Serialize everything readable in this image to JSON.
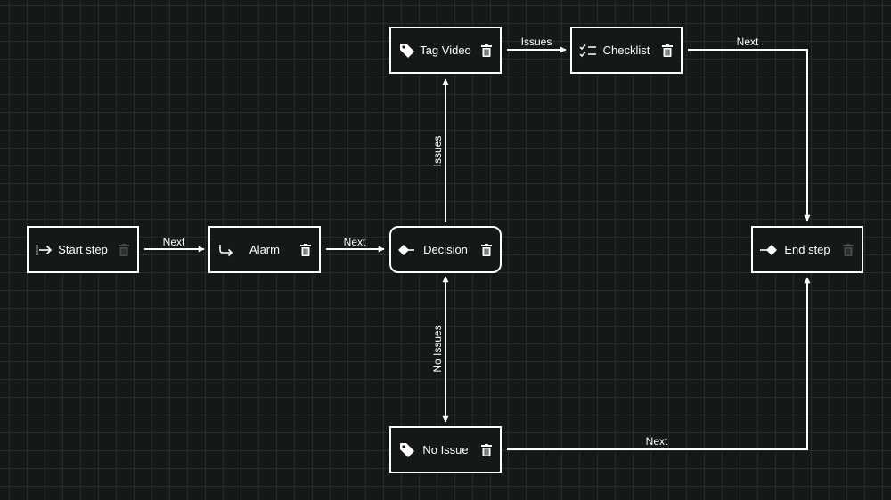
{
  "colors": {
    "background": "#151819",
    "grid": "#262b2c",
    "stroke": "#ffffff"
  },
  "nodes": {
    "start": {
      "label": "Start step",
      "icon": "start-arrow-icon",
      "trash": "trash-icon-disabled"
    },
    "alarm": {
      "label": "Alarm",
      "icon": "redirect-arrow-icon",
      "trash": "trash-icon"
    },
    "decision": {
      "label": "Decision",
      "icon": "decision-diamond-icon",
      "trash": "trash-icon"
    },
    "tag_video": {
      "label": "Tag Video",
      "icon": "tag-icon",
      "trash": "trash-icon"
    },
    "checklist": {
      "label": "Checklist",
      "icon": "checklist-icon",
      "trash": "trash-icon"
    },
    "no_issue": {
      "label": "No Issue",
      "icon": "tag-icon",
      "trash": "trash-icon"
    },
    "end": {
      "label": "End step",
      "icon": "end-diamond-icon",
      "trash": "trash-icon-disabled"
    }
  },
  "edges": {
    "start_alarm": "Next",
    "alarm_decision": "Next",
    "decision_tag": "Issues",
    "tag_checklist": "Issues",
    "checklist_end": "Next",
    "decision_noissue": "No Issues",
    "noissue_end": "Next"
  }
}
